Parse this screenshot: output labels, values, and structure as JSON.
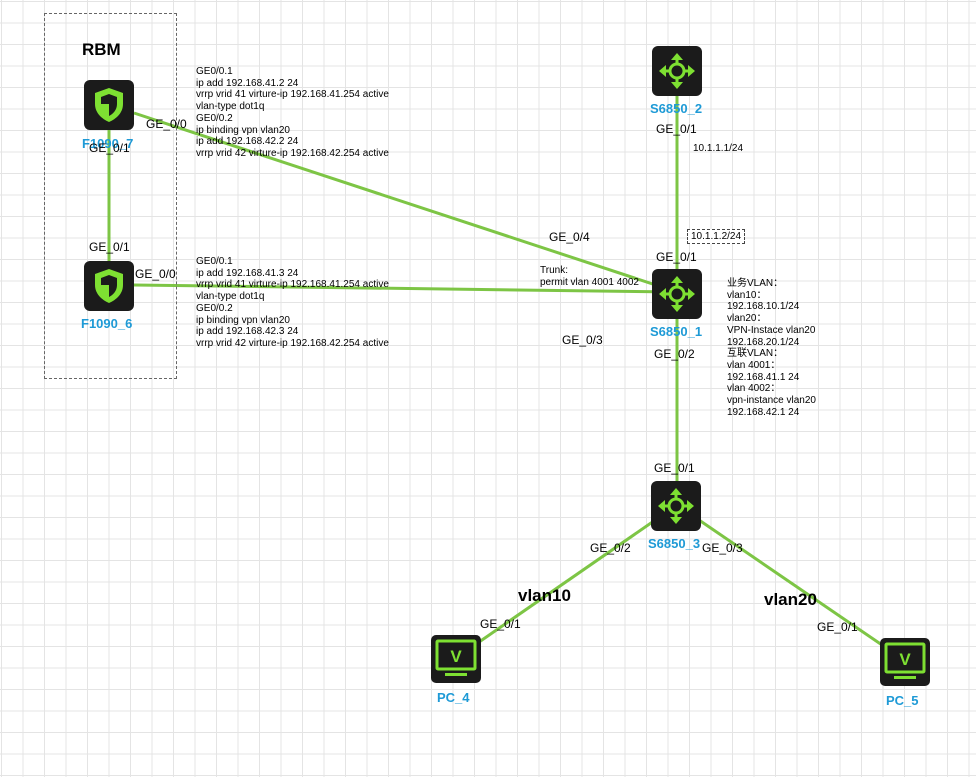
{
  "rbm": {
    "title": "RBM"
  },
  "devices": {
    "f1090_7": {
      "name": "F1090_7",
      "type": "firewall"
    },
    "f1090_6": {
      "name": "F1090_6",
      "type": "firewall"
    },
    "s6850_2": {
      "name": "S6850_2",
      "type": "switch"
    },
    "s6850_1": {
      "name": "S6850_1",
      "type": "switch"
    },
    "s6850_3": {
      "name": "S6850_3",
      "type": "switch"
    },
    "pc_4": {
      "name": "PC_4",
      "type": "pc",
      "icon_glyph": "V"
    },
    "pc_5": {
      "name": "PC_5",
      "type": "pc",
      "icon_glyph": "V"
    }
  },
  "ports": {
    "f7_ge00": "GE_0/0",
    "f7_ge01": "GE_0/1",
    "f6_ge01": "GE_0/1",
    "f6_ge00": "GE_0/0",
    "s2_ge01": "GE_0/1",
    "s1_ge01": "GE_0/1",
    "s1_ge04": "GE_0/4",
    "s1_ge03": "GE_0/3",
    "s1_ge02": "GE_0/2",
    "s3_ge01": "GE_0/1",
    "s3_ge02": "GE_0/2",
    "s3_ge03": "GE_0/3",
    "pc4_ge01": "GE_0/1",
    "pc5_ge01": "GE_0/1"
  },
  "ip_labels": {
    "s2_ip": "10.1.1.1/24",
    "s1_ip": "10.1.1.2/24"
  },
  "trunk_note": "Trunk:\npermit vlan 4001 4002",
  "f7_config": "GE0/0.1\nip add 192.168.41.2 24\nvrrp vrid 41 virture-ip 192.168.41.254 active\nvlan-type dot1q\nGE0/0.2\nip binding vpn vlan20\nip add 192.168.42.2 24\nvrrp vrid 42 virture-ip 192.168.42.254 active",
  "f6_config": "GE0/0.1\nip add 192.168.41.3 24\nvrrp vrid 41 virture-ip 192.168.41.254 active\nvlan-type dot1q\nGE0/0.2\nip binding vpn vlan20\nip add 192.168.42.3 24\nvrrp vrid 42 virture-ip 192.168.42.254 active",
  "s1_config": "业务VLAN：\nvlan10：\n192.168.10.1/24\nvlan20：\nVPN-Instace vlan20\n192.168.20.1/24\n互联VLAN：\nvlan 4001：\n192.168.41.1 24\nvlan 4002：\nvpn-instance vlan20\n192.168.42.1 24",
  "vlans": {
    "left": "vlan10",
    "right": "vlan20"
  },
  "colors": {
    "link": "#7dc545",
    "device_name": "#1e9ad6",
    "icon_bg": "#1b1b1b",
    "icon_fg": "#7ee032"
  }
}
